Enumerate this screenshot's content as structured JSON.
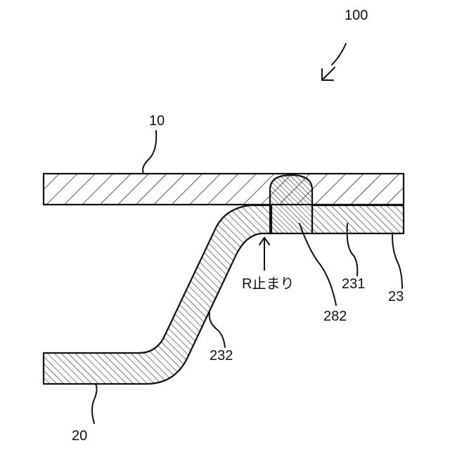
{
  "figure": {
    "labels": {
      "assembly": "100",
      "top_plate": "10",
      "bottom_plate": "20",
      "bracket": "23",
      "flat_portion": "231",
      "inclined_portion": "232",
      "stopper": "282",
      "r_stop": "R止まり"
    },
    "colors": {
      "line": "#111111",
      "background": "#ffffff"
    },
    "icons": {
      "assembly_pointer": "curved-arrow-icon",
      "r_stop_pointer": "up-arrow-icon"
    }
  }
}
